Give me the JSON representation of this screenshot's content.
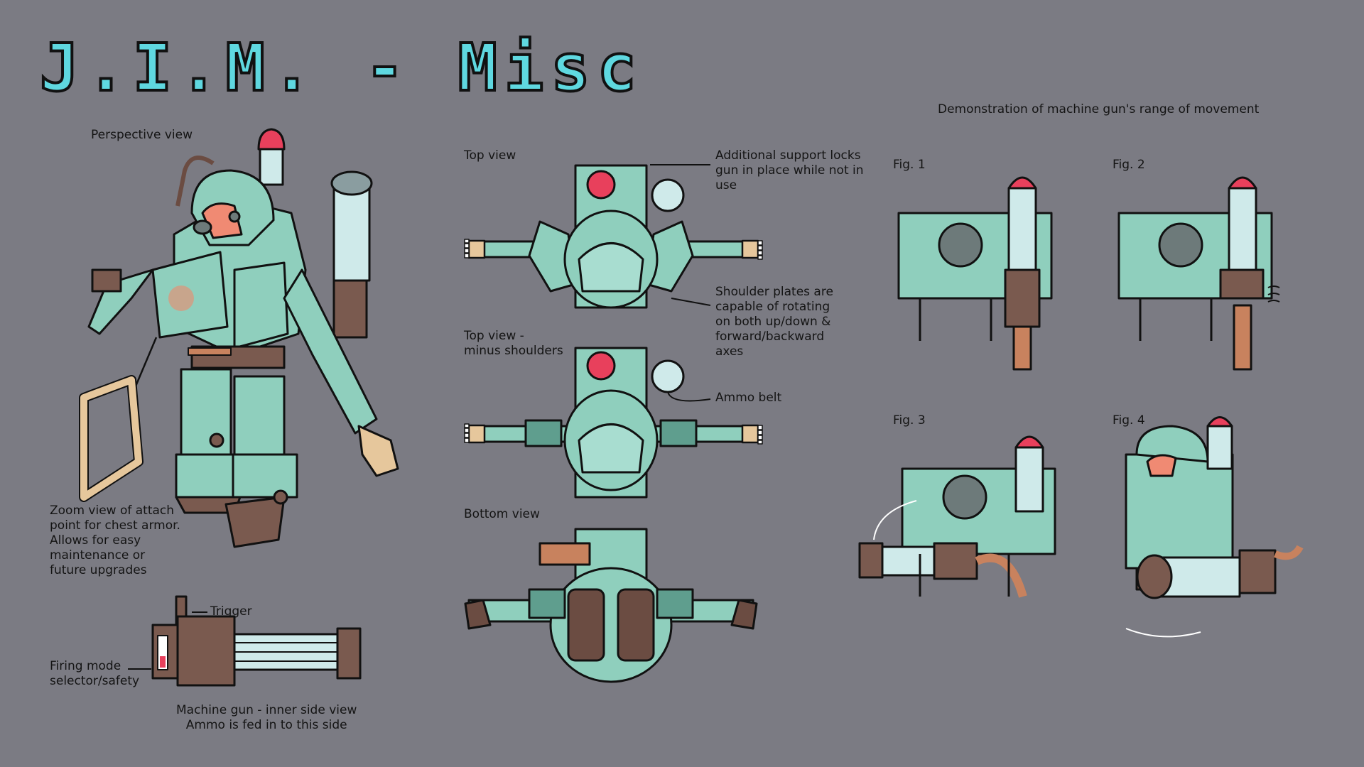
{
  "title": "J.I.M. - Misc",
  "labels": {
    "perspective": "Perspective view",
    "top_view": "Top view",
    "support_locks": "Additional support locks\ngun in place while not in\nuse",
    "shoulder_plates": "Shoulder plates are\ncapable of rotating\non both up/down &\nforward/backward\naxes",
    "top_minus": "Top view -\nminus shoulders",
    "ammo_belt": "Ammo belt",
    "bottom_view": "Bottom view",
    "zoom_attach": "Zoom view of attach\npoint for chest armor.\nAllows for easy\nmaintenance or\nfuture upgrades",
    "trigger": "Trigger",
    "firing_mode": "Firing mode\nselector/safety",
    "gun_side": "Machine gun - inner side view\nAmmo is fed in to this side",
    "demo": "Demonstration of machine gun's range of movement",
    "fig1": "Fig. 1",
    "fig2": "Fig. 2",
    "fig3": "Fig. 3",
    "fig4": "Fig. 4"
  },
  "colors": {
    "background": "#7b7b83",
    "title": "#5fd8e0",
    "armor": "#8fcfbd",
    "armor_dark": "#5f9e8e",
    "brown": "#7a5a4f",
    "tan": "#e6c79c",
    "copper": "#c8825e",
    "beacon_red": "#e8405c",
    "visor": "#f08a73"
  }
}
